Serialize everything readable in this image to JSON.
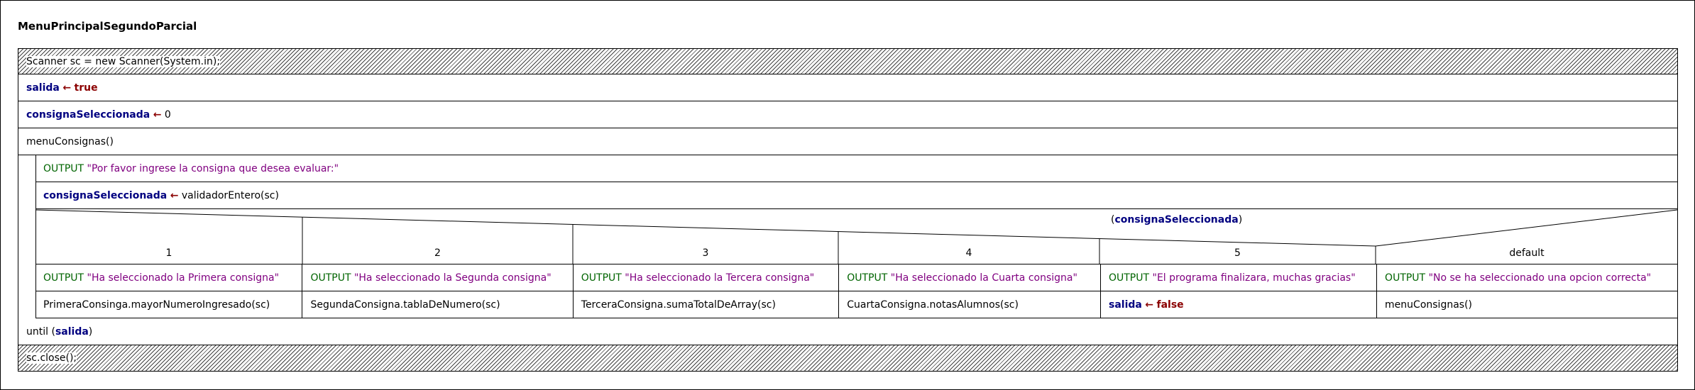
{
  "title": "MenuPrincipalSegundoParcial",
  "scanner_line": "Scanner sc = new Scanner(System.in);",
  "init1": {
    "var": "salida",
    "arrow": "←",
    "value": "true"
  },
  "init2": {
    "var": "consignaSeleccionada",
    "arrow": "←",
    "value": "0"
  },
  "call_menu": "menuConsignas()",
  "output1": {
    "keyword": "OUTPUT",
    "text": "\"Por favor ingrese la consigna que desea evaluar:\""
  },
  "assign": {
    "var": "consignaSeleccionada",
    "arrow": "←",
    "call": "validadorEntero(sc)"
  },
  "switch": {
    "open": "(",
    "var": "consignaSeleccionada",
    "close": ")"
  },
  "cases": [
    {
      "label": "1",
      "output_kw": "OUTPUT",
      "output": "\"Ha seleccionado la Primera consigna\"",
      "action": "PrimeraConsinga.mayorNumeroIngresado(sc)"
    },
    {
      "label": "2",
      "output_kw": "OUTPUT",
      "output": "\"Ha seleccionado la Segunda consigna\"",
      "action": "SegundaConsigna.tablaDeNumero(sc)"
    },
    {
      "label": "3",
      "output_kw": "OUTPUT",
      "output": "\"Ha seleccionado la Tercera consigna\"",
      "action": "TerceraConsigna.sumaTotalDeArray(sc)"
    },
    {
      "label": "4",
      "output_kw": "OUTPUT",
      "output": "\"Ha seleccionado la Cuarta consigna\"",
      "action": "CuartaConsigna.notasAlumnos(sc)"
    },
    {
      "label": "5",
      "output_kw": "OUTPUT",
      "output": "\"El programa finalizara, muchas gracias\"",
      "action_var": "salida",
      "action_arrow": "←",
      "action_value": "false"
    },
    {
      "label": "default",
      "output_kw": "OUTPUT",
      "output": "\"No se ha seleccionado una opcion correcta\"",
      "action": "menuConsignas()"
    }
  ],
  "until": {
    "keyword": "until",
    "open": "(",
    "var": "salida",
    "close": ")"
  },
  "close_line": "sc.close();",
  "colors": {
    "keyword": "#006400",
    "string": "#800080",
    "variable": "#000080",
    "literal": "#8b0000"
  }
}
